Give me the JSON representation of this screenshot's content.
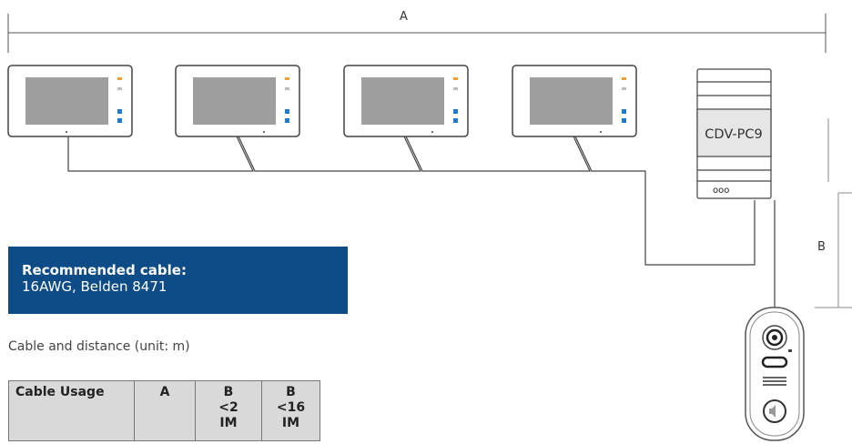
{
  "dimensions": {
    "a_label": "A",
    "b_label": "B"
  },
  "device": {
    "name": "CDV-PC9",
    "terminal_glyph": "ooo"
  },
  "monitors": [
    {
      "id": 1
    },
    {
      "id": 2
    },
    {
      "id": 3
    },
    {
      "id": 4
    }
  ],
  "cable_box": {
    "heading": "Recommended cable:",
    "value": "16AWG, Belden 8471"
  },
  "caption": "Cable and distance (unit: m)",
  "table": {
    "headers": [
      {
        "line1": "Cable Usage",
        "line2": "",
        "line3": ""
      },
      {
        "line1": "A",
        "line2": "",
        "line3": ""
      },
      {
        "line1": "B",
        "line2": "<2",
        "line3": "IM"
      },
      {
        "line1": "B",
        "line2": "<16",
        "line3": "IM"
      }
    ]
  },
  "colors": {
    "accent_blue": "#0d4c86",
    "led_orange": "#f0a030",
    "button_blue": "#1f7ad0"
  }
}
